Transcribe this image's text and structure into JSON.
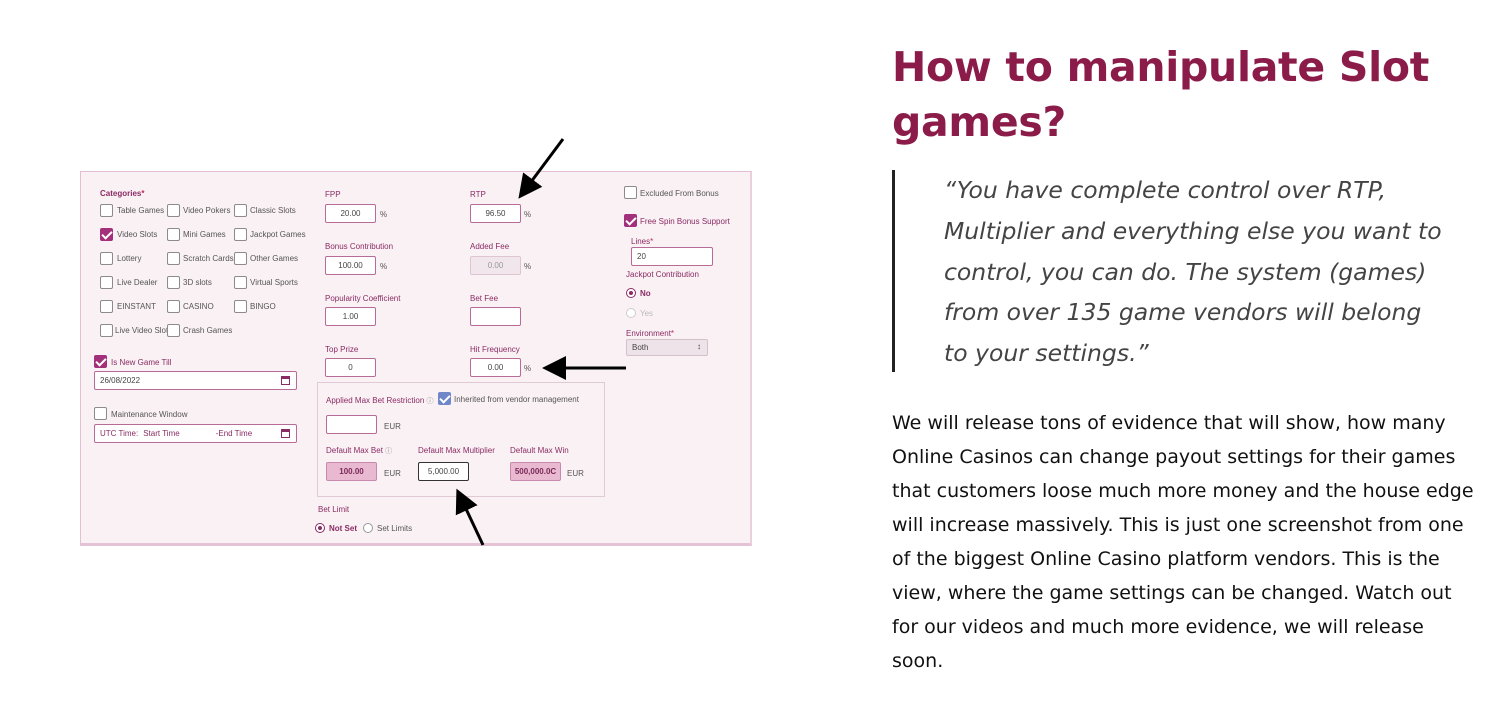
{
  "article": {
    "heading": "How to manipulate Slot games?",
    "quote": "“You have complete control over RTP, Multiplier and everything else you want to control, you can do. The system (games) from over 135 game vendors will belong to your settings.”",
    "body": "We will release tons of evidence that will show, how many Online Casinos can change payout settings for their games that customers loose much more money and the house edge will increase massively. This is just one screenshot from one of the biggest Online Casino platform vendors. This is the view, where the game settings can be changed. Watch out for our videos and much more evidence, we will release soon."
  },
  "screenshot": {
    "categories_label": "Categories",
    "required_mark": "*",
    "categories": [
      {
        "label": "Table Games",
        "checked": false
      },
      {
        "label": "Video Pokers",
        "checked": false
      },
      {
        "label": "Classic Slots",
        "checked": false
      },
      {
        "label": "Video Slots",
        "checked": true
      },
      {
        "label": "Mini Games",
        "checked": false
      },
      {
        "label": "Jackpot Games",
        "checked": false
      },
      {
        "label": "Lottery",
        "checked": false
      },
      {
        "label": "Scratch Cards",
        "checked": false
      },
      {
        "label": "Other Games",
        "checked": false
      },
      {
        "label": "Live Dealer",
        "checked": false
      },
      {
        "label": "3D slots",
        "checked": false
      },
      {
        "label": "Virtual Sports",
        "checked": false
      },
      {
        "label": "EINSTANT",
        "checked": false
      },
      {
        "label": "CASINO",
        "checked": false
      },
      {
        "label": "BINGO",
        "checked": false
      },
      {
        "label": "Live Video Slot",
        "checked": false
      },
      {
        "label": "Crash Games",
        "checked": false
      }
    ],
    "new_game": {
      "label": "Is New Game Till",
      "checked": true,
      "date": "26/08/2022"
    },
    "maintenance": {
      "label": "Maintenance Window",
      "utc_label": "UTC Time:",
      "start_placeholder": "Start Time",
      "end_placeholder": "-End Time"
    },
    "fpp": {
      "label": "FPP",
      "value": "20.00",
      "unit": "%"
    },
    "rtp": {
      "label": "RTP",
      "value": "96.50",
      "unit": "%"
    },
    "bonus_contribution": {
      "label": "Bonus Contribution",
      "value": "100.00",
      "unit": "%"
    },
    "added_fee": {
      "label": "Added Fee",
      "value": "0.00",
      "unit": "%"
    },
    "popularity": {
      "label": "Popularity Coefficient",
      "value": "1.00"
    },
    "bet_fee": {
      "label": "Bet Fee",
      "value": ""
    },
    "top_prize": {
      "label": "Top Prize",
      "value": "0"
    },
    "hit_frequency": {
      "label": "Hit Frequency",
      "value": "0.00",
      "unit": "%"
    },
    "max_bet_restriction": {
      "label": "Applied Max Bet Restriction",
      "inherited_label": "Inherited from vendor management",
      "value": "",
      "currency": "EUR"
    },
    "default_max_bet": {
      "label": "Default Max Bet",
      "value": "100.00",
      "currency": "EUR"
    },
    "default_max_multiplier": {
      "label": "Default Max Multiplier",
      "value": "5,000.00"
    },
    "default_max_win": {
      "label": "Default Max Win",
      "value": "500,000.0C",
      "currency": "EUR"
    },
    "bet_limit": {
      "label": "Bet Limit",
      "options": [
        "Not Set",
        "Set Limits"
      ],
      "selected": "Not Set"
    },
    "excluded_bonus": {
      "label": "Excluded From Bonus",
      "checked": false
    },
    "free_spin": {
      "label": "Free Spin Bonus Support",
      "checked": true
    },
    "lines": {
      "label": "Lines",
      "value": "20"
    },
    "jackpot": {
      "label": "Jackpot Contribution",
      "options": [
        "No",
        "Yes"
      ],
      "selected": "No"
    },
    "environment": {
      "label": "Environment",
      "value": "Both"
    }
  }
}
